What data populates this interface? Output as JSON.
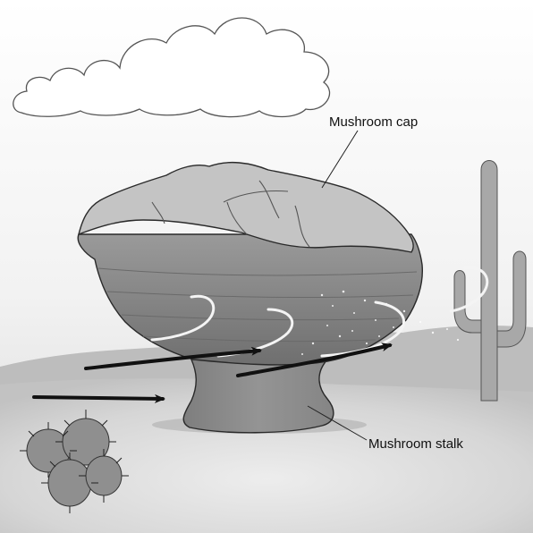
{
  "labels": {
    "cap": "Mushroom cap",
    "stalk": "Mushroom stalk"
  },
  "colors": {
    "sky": "#ffffff",
    "haze": "#dcdcdc",
    "hills": "#bdbdbd",
    "ground": "#e8e8e8",
    "cap_top": "#c4c4c4",
    "rock_mid": "#8f8f8f",
    "rock_dark": "#7a7a7a",
    "stalk": "#8a8a8a",
    "outline": "#1e1e1e",
    "wind_arrow": "#111111",
    "wind_swirl": "#f4f4f4",
    "cactus": "#a8a8a8"
  },
  "icons": [
    "cloud",
    "wind-arrow",
    "saguaro-cactus",
    "barrel-cactus"
  ]
}
